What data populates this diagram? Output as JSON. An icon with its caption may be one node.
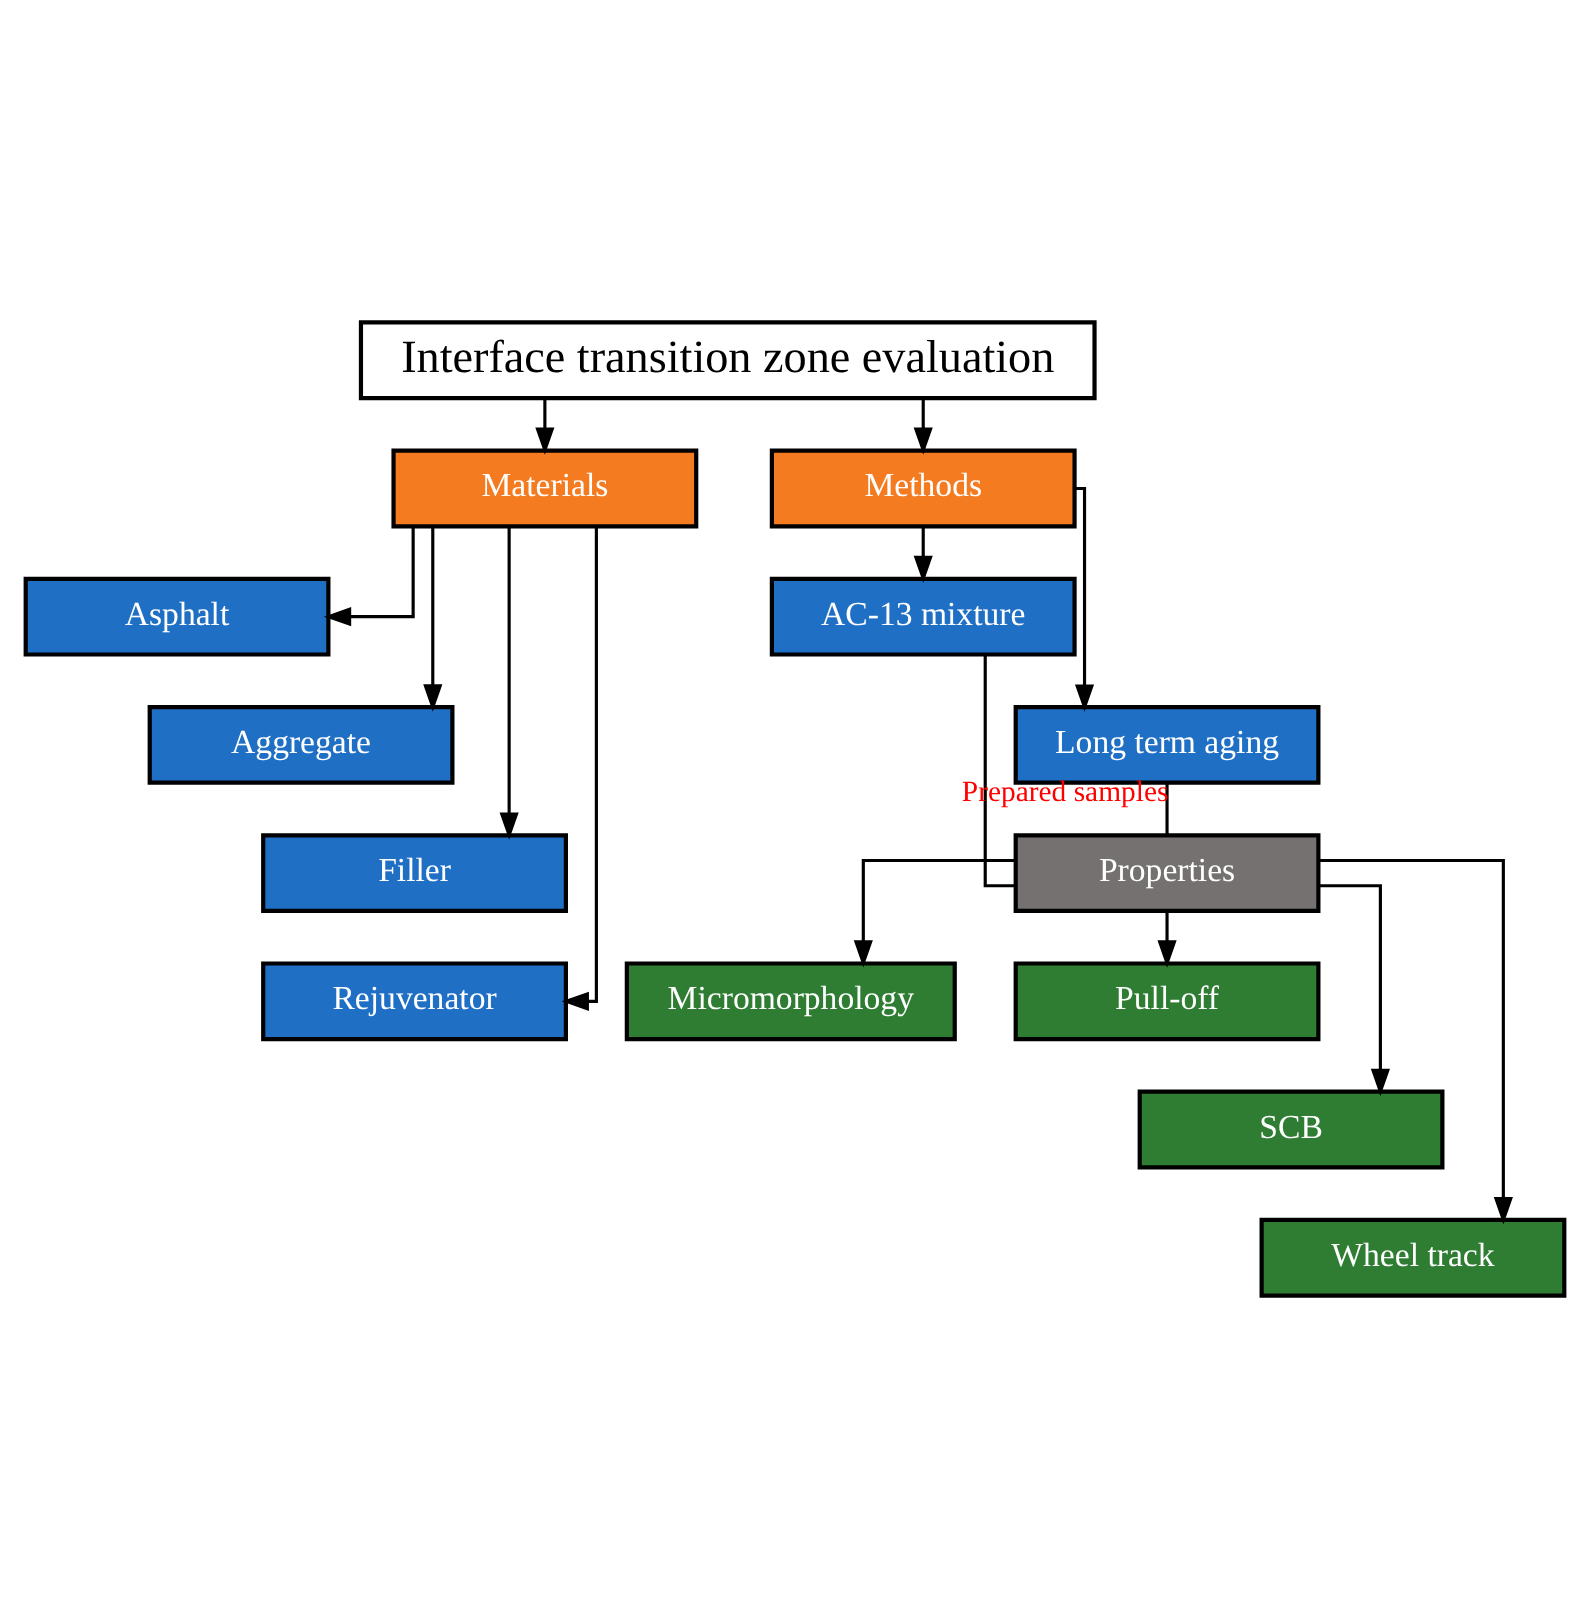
{
  "diagram": {
    "nodes": [
      {
        "text": [
          "Interface transition zone evaluation"
        ]
      },
      {
        "text": [
          "Materials"
        ]
      },
      {
        "text": [
          "Asphalt"
        ]
      },
      {
        "text": [
          "Aggregate"
        ]
      },
      {
        "text": [
          "Filler"
        ]
      },
      {
        "text": [
          "Rejuvenator"
        ]
      },
      {
        "text": [
          "Methods"
        ]
      },
      {
        "text": [
          "AC-13 mixture"
        ]
      },
      {
        "text": [
          "Long term aging"
        ]
      },
      {
        "text": [
          "Properties"
        ]
      },
      {
        "text": [
          "Micromorphology"
        ]
      },
      {
        "text": [
          "Pull-off"
        ]
      },
      {
        "text": [
          "SCB"
        ]
      },
      {
        "text": [
          "Wheel track"
        ]
      }
    ],
    "edges": [
      {
        "from": 0,
        "to": 1,
        "arrow": "to"
      },
      {
        "from": 0,
        "to": 6,
        "arrow": "to"
      },
      {
        "from": 1,
        "to": 2,
        "arrow": "to"
      },
      {
        "from": 1,
        "to": 3,
        "arrow": "to"
      },
      {
        "from": 1,
        "to": 4,
        "arrow": "to"
      },
      {
        "from": 1,
        "to": 5,
        "arrow": "to"
      },
      {
        "from": 6,
        "to": 7,
        "arrow": "to"
      },
      {
        "from": 6,
        "to": 8,
        "arrow": "to"
      },
      {
        "from": 7,
        "to": 9,
        "arrow": "none"
      },
      {
        "from": 8,
        "to": 9,
        "arrow": "none",
        "label": "Prepared samples"
      },
      {
        "from": 9,
        "to": 10,
        "arrow": "to"
      },
      {
        "from": 9,
        "to": 11,
        "arrow": "to"
      },
      {
        "from": 9,
        "to": 12,
        "arrow": "to"
      },
      {
        "from": 9,
        "to": 13,
        "arrow": "to"
      }
    ]
  }
}
